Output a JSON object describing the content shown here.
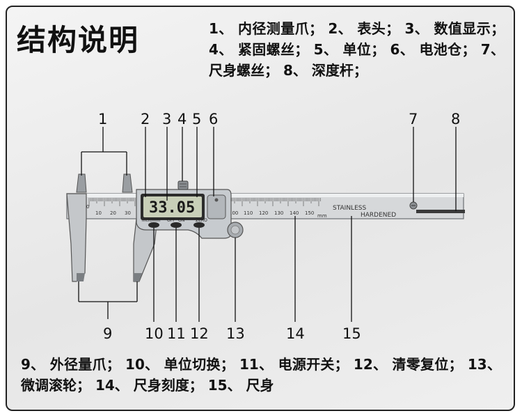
{
  "title": "结构说明",
  "legend_top": [
    {
      "n": "1、",
      "label": "内径测量爪"
    },
    {
      "n": "2、",
      "label": "表头"
    },
    {
      "n": "3、",
      "label": "数值显示"
    },
    {
      "n": "4、",
      "label": "紧固螺丝"
    },
    {
      "n": "5、",
      "label": "单位"
    },
    {
      "n": "6、",
      "label": "电池仓"
    },
    {
      "n": "7、",
      "label": "尺身螺丝"
    },
    {
      "n": "8、",
      "label": "深度杆"
    }
  ],
  "legend_bottom": [
    {
      "n": "9、",
      "label": "外径量爪"
    },
    {
      "n": "10、",
      "label": "单位切换"
    },
    {
      "n": "11、",
      "label": "电源开关"
    },
    {
      "n": "12、",
      "label": "清零复位"
    },
    {
      "n": "13、",
      "label": "微调滚轮"
    },
    {
      "n": "14、",
      "label": "尺身刻度"
    },
    {
      "n": "15、",
      "label": "尺身"
    }
  ],
  "callouts_top": [
    "1",
    "2",
    "3",
    "4",
    "5",
    "6",
    "7",
    "8"
  ],
  "callouts_bottom": [
    "9",
    "10",
    "11",
    "12",
    "13",
    "14",
    "15"
  ],
  "caliper": {
    "display": "33.05",
    "buttons": [
      "inch/mm",
      "OFF",
      "ON",
      "ZERO"
    ],
    "scale_numbers": [
      "0",
      "10",
      "20",
      "30",
      "100",
      "110",
      "120",
      "130",
      "140",
      "150"
    ],
    "unit": "mm",
    "stamp_line1": "STAINLESS",
    "stamp_line2": "HARDENED",
    "colors": {
      "lcd": "#c8cfb8",
      "steel": "#d6d8da",
      "body": "#bfc3c7",
      "dark": "#2a2a2a"
    }
  }
}
